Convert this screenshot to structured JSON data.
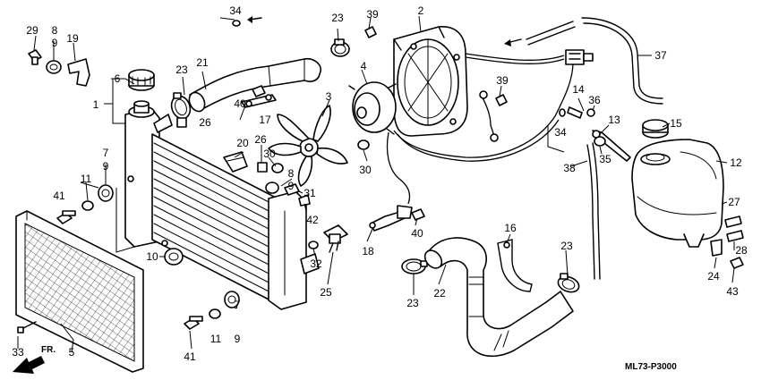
{
  "diagram": {
    "code": "ML73-P3000",
    "direction_label": "FR.",
    "callouts": [
      "1",
      "2",
      "3",
      "4",
      "5",
      "6",
      "7",
      "8",
      "9",
      "10",
      "11",
      "12",
      "13",
      "14",
      "15",
      "16",
      "17",
      "18",
      "19",
      "20",
      "21",
      "22",
      "23",
      "24",
      "25",
      "26",
      "27",
      "28",
      "29",
      "30",
      "31",
      "32",
      "33",
      "34",
      "35",
      "36",
      "37",
      "38",
      "39",
      "40",
      "41",
      "42",
      "43"
    ]
  }
}
